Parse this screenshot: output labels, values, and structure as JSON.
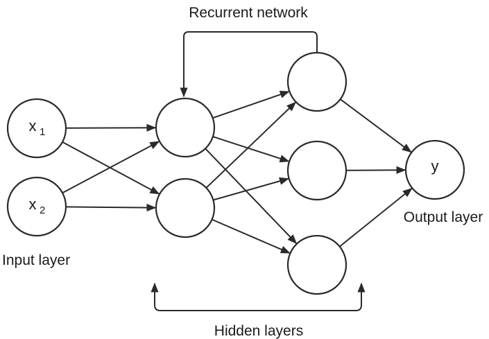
{
  "diagram": {
    "title": "Recurrent network",
    "labels": {
      "input_layer": "Input layer",
      "hidden_layers": "Hidden layers",
      "output_layer": "Output layer"
    },
    "nodes": [
      {
        "id": "x1",
        "layer": "input",
        "text": "x",
        "sub": "1"
      },
      {
        "id": "x2",
        "layer": "input",
        "text": "x",
        "sub": "2"
      },
      {
        "id": "h1a",
        "layer": "hidden1",
        "text": "",
        "sub": ""
      },
      {
        "id": "h1b",
        "layer": "hidden1",
        "text": "",
        "sub": ""
      },
      {
        "id": "h2a",
        "layer": "hidden2",
        "text": "",
        "sub": ""
      },
      {
        "id": "h2b",
        "layer": "hidden2",
        "text": "",
        "sub": ""
      },
      {
        "id": "h2c",
        "layer": "hidden2",
        "text": "",
        "sub": ""
      },
      {
        "id": "y",
        "layer": "output",
        "text": "y",
        "sub": ""
      }
    ],
    "edges": [
      [
        "x1",
        "h1a"
      ],
      [
        "x1",
        "h1b"
      ],
      [
        "x2",
        "h1a"
      ],
      [
        "x2",
        "h1b"
      ],
      [
        "h1a",
        "h2a"
      ],
      [
        "h1a",
        "h2b"
      ],
      [
        "h1a",
        "h2c"
      ],
      [
        "h1b",
        "h2a"
      ],
      [
        "h1b",
        "h2b"
      ],
      [
        "h1b",
        "h2c"
      ],
      [
        "h2a",
        "y"
      ],
      [
        "h2b",
        "y"
      ],
      [
        "h2c",
        "y"
      ]
    ],
    "recurrent_edge": [
      "h2a",
      "h1a"
    ],
    "colors": {
      "stroke": "#2a2a2a",
      "background": "#ffffff"
    }
  }
}
